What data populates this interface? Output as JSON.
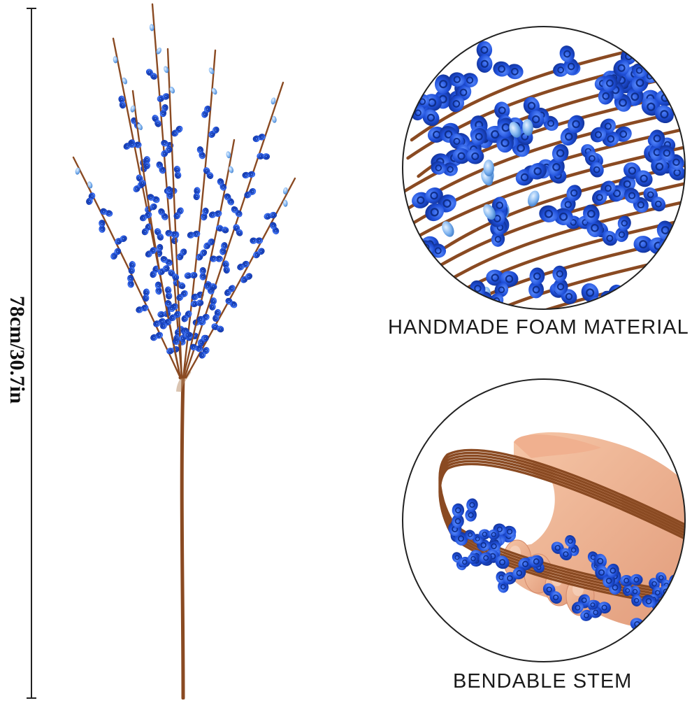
{
  "product": {
    "dimension_label": "78cm/30.7in",
    "feature_top_caption": "HANDMADE FOAM MATERIAL",
    "feature_bottom_caption": "BENDABLE STEM"
  },
  "colors": {
    "berry_blue": "#1f4fd8",
    "berry_highlight": "#3a78ff",
    "stem_brown": "#8a4a22",
    "skin": "#f1b493",
    "background": "#ffffff"
  }
}
